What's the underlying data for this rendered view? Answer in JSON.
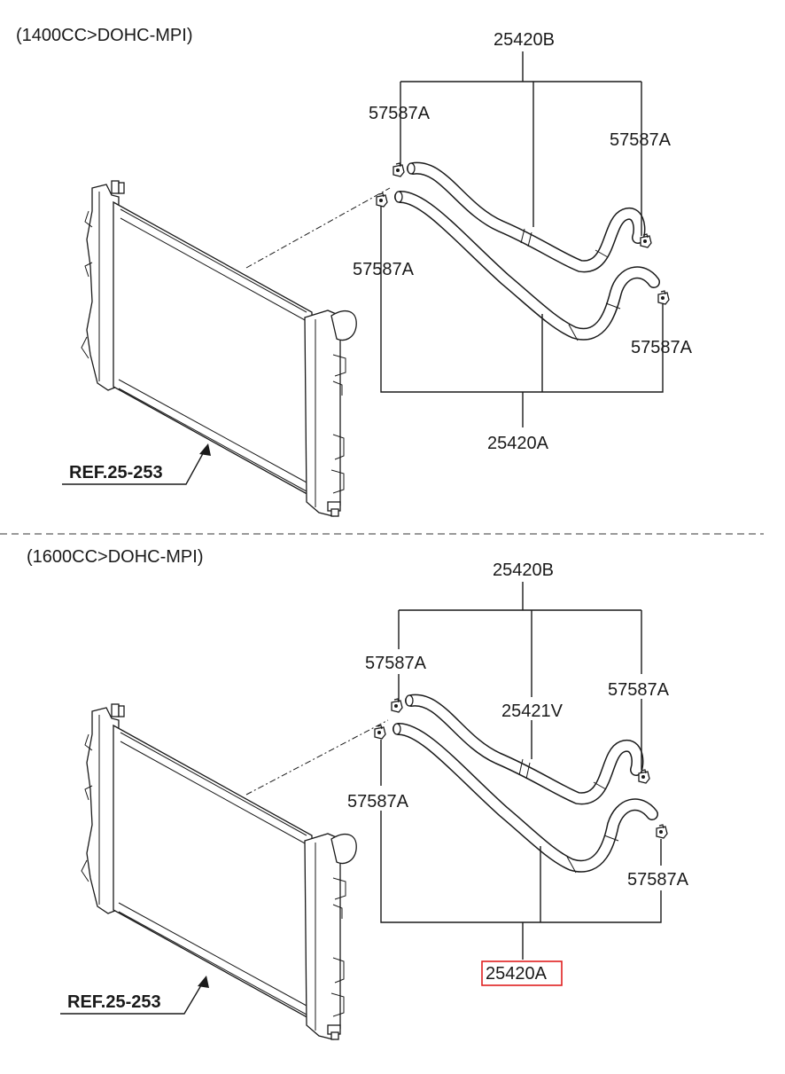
{
  "sections": [
    {
      "engine": "(1400CC>DOHC-MPI)",
      "labels": {
        "hose_b": "25420B",
        "clamp_tl": "57587A",
        "clamp_tr": "57587A",
        "clamp_ml": "57587A",
        "clamp_br": "57587A",
        "hose_a": "25420A",
        "ref": "REF.25-253"
      }
    },
    {
      "engine": "(1600CC>DOHC-MPI)",
      "labels": {
        "hose_b": "25420B",
        "clamp_tl": "57587A",
        "clamp_tr": "57587A",
        "sleeve": "25421V",
        "clamp_ml": "57587A",
        "clamp_br": "57587A",
        "hose_a": "25420A",
        "ref": "REF.25-253"
      },
      "highlighted": "25420A",
      "highlight_color": "#e02020"
    }
  ]
}
